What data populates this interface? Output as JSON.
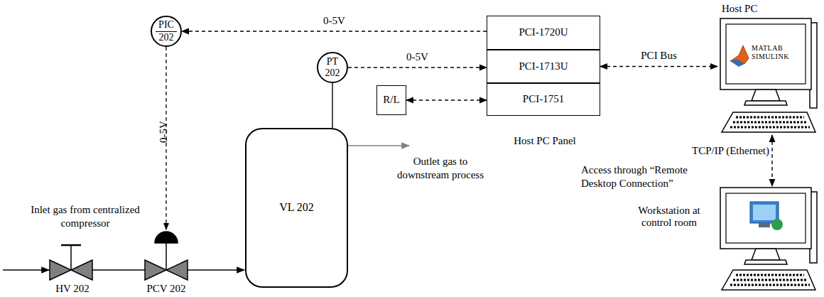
{
  "diagram": {
    "nodes": [
      {
        "text": [
          "PIC",
          "202"
        ]
      },
      {
        "text": [
          "PT",
          "202"
        ]
      },
      {
        "text": [
          "PCI-1720U"
        ]
      },
      {
        "text": [
          "PCI-1713U"
        ]
      },
      {
        "text": [
          "PCI-1751"
        ]
      },
      {
        "text": [
          "R/L"
        ]
      },
      {
        "text": [
          "VL 202"
        ]
      },
      {
        "text": [
          "Host PC",
          "MATLAB SIMULINK"
        ]
      },
      {
        "text": [
          "Workstation at control room"
        ]
      }
    ],
    "edges": [
      {
        "from": 2,
        "to": 0,
        "arrow": "to",
        "label": "0-5V"
      },
      {
        "from": 1,
        "to": 3,
        "arrow": "to",
        "label": "0-5V"
      },
      {
        "from": 5,
        "to": 4,
        "arrow": "both"
      },
      {
        "from": 1,
        "to": 6,
        "arrow": "none"
      },
      {
        "from": 3,
        "to": 7,
        "arrow": "both",
        "label": "PCI Bus"
      },
      {
        "from": 7,
        "to": 8,
        "arrow": "both"
      }
    ],
    "labels": [
      "0-5V",
      "Host PC Panel",
      "Outlet gas to downstream process",
      "Inlet gas from centralized compressor",
      "HV 202",
      "PCV 202",
      "TCP/IP (Ethernet)",
      "Access through “Remote Desktop Connection”"
    ]
  }
}
